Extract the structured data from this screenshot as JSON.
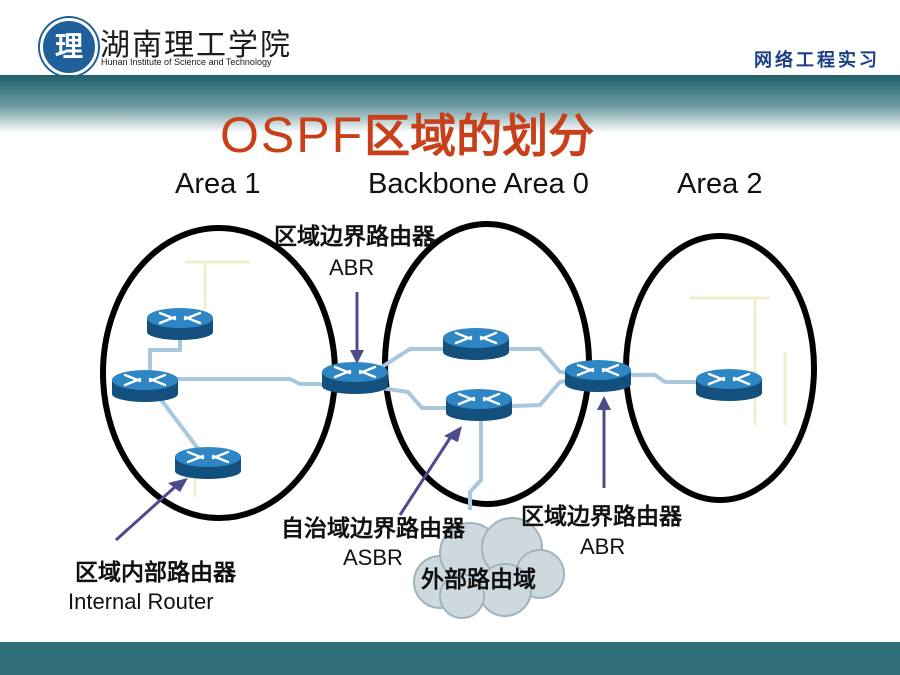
{
  "header": {
    "school_name_cn": "湖南理工学院",
    "school_name_en": "Hunan Institute of Science and Technology",
    "course": "网络工程实习"
  },
  "title": {
    "latin": "OSPF",
    "cn": "区域的划分"
  },
  "areas": {
    "area1": "Area 1",
    "backbone": "Backbone Area 0",
    "area2": "Area 2"
  },
  "labels": {
    "abr_top_cn": "区域边界路由器",
    "abr_top_en": "ABR",
    "asbr_cn": "自治域边界路由器",
    "asbr_en": "ASBR",
    "abr_right_cn": "区域边界路由器",
    "abr_right_en": "ABR",
    "internal_cn": "区域内部路由器",
    "internal_en": "Internal Router",
    "external_domain": "外部路由域"
  },
  "colors": {
    "title": "#c8401a",
    "router": "#1f6fa8",
    "link": "#b8d3e6",
    "course": "#1b3f88",
    "footer": "#2f6f7a"
  }
}
